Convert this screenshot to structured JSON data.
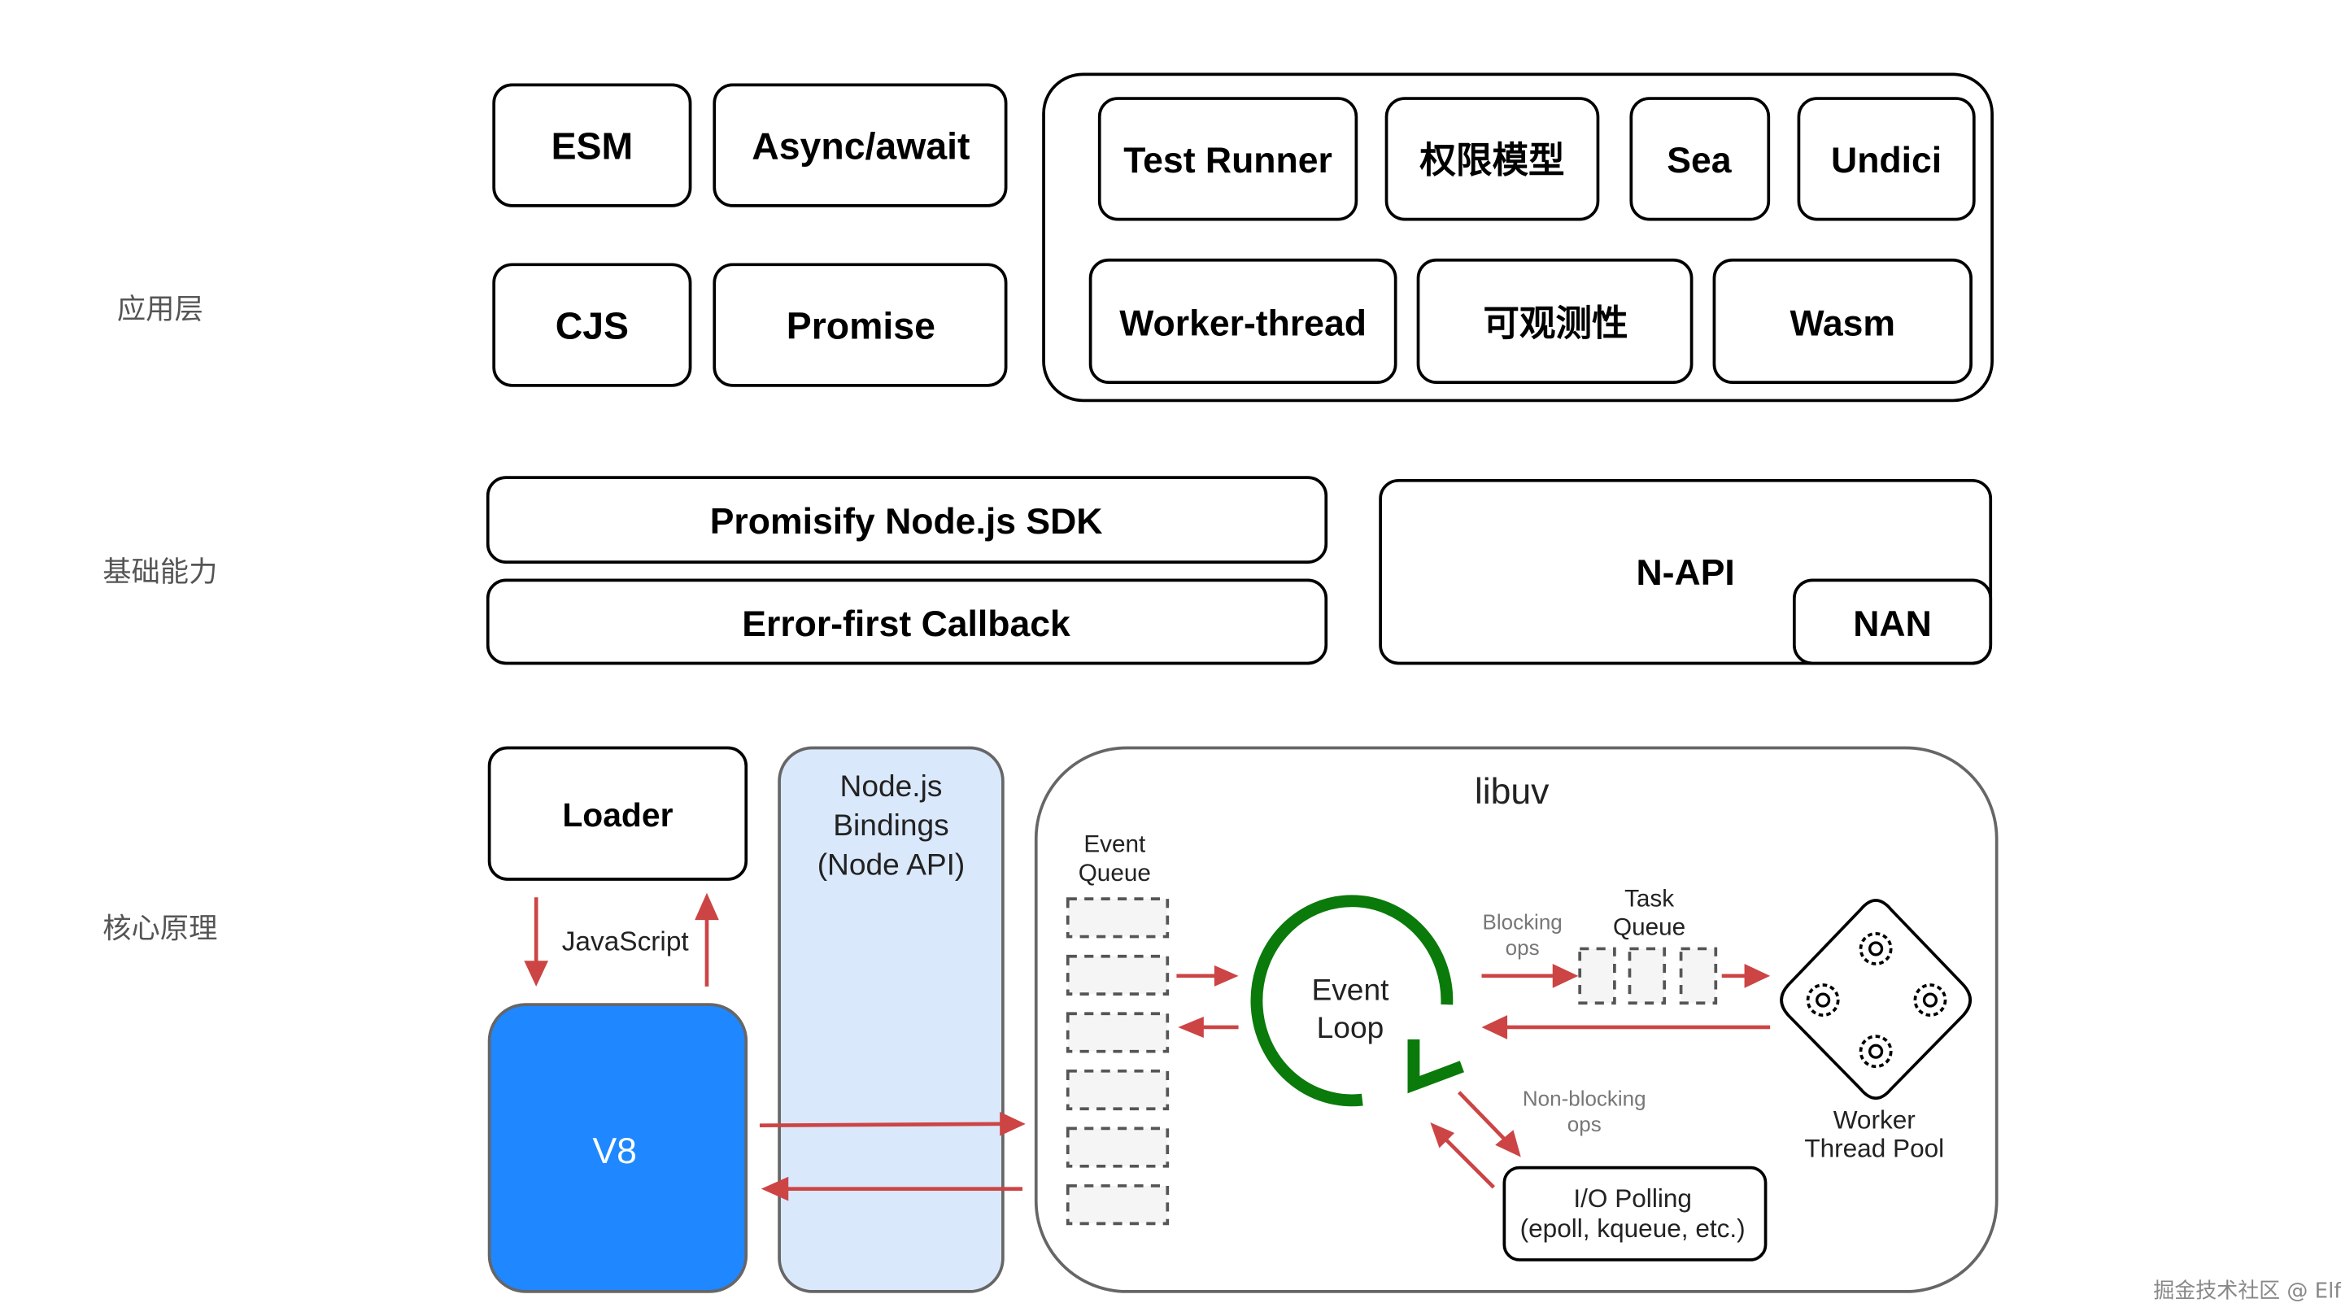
{
  "layers": {
    "app": "应用层",
    "base": "基础能力",
    "core": "核心原理"
  },
  "app_layer": {
    "left": [
      "ESM",
      "Async/await",
      "CJS",
      "Promise"
    ],
    "right_row1": [
      "Test Runner",
      "权限模型",
      "Sea",
      "Undici"
    ],
    "right_row2": [
      "Worker-thread",
      "可观测性",
      "Wasm"
    ]
  },
  "base_layer": {
    "promisify": "Promisify Node.js SDK",
    "callback": "Error-first Callback",
    "napi": "N-API",
    "nan": "NAN"
  },
  "core_layer": {
    "loader": "Loader",
    "javascript": "JavaScript",
    "v8": "V8",
    "bindings": [
      "Node.js",
      "Bindings",
      "(Node API)"
    ],
    "libuv": "libuv",
    "event_queue": [
      "Event",
      "Queue"
    ],
    "event_loop": [
      "Event",
      "Loop"
    ],
    "blocking_ops": [
      "Blocking",
      "ops"
    ],
    "task_queue": [
      "Task",
      "Queue"
    ],
    "non_blocking_ops": [
      "Non-blocking",
      "ops"
    ],
    "io_polling": [
      "I/O Polling",
      "(epoll, kqueue, etc.)"
    ],
    "worker_pool": [
      "Worker",
      "Thread Pool"
    ]
  },
  "colors": {
    "v8": "#1f87ff",
    "bindings": "#dae8fc",
    "arrow": "#cc4444",
    "loop": "#0a7a0a"
  },
  "watermark": "掘金技术社区 @ Elf"
}
